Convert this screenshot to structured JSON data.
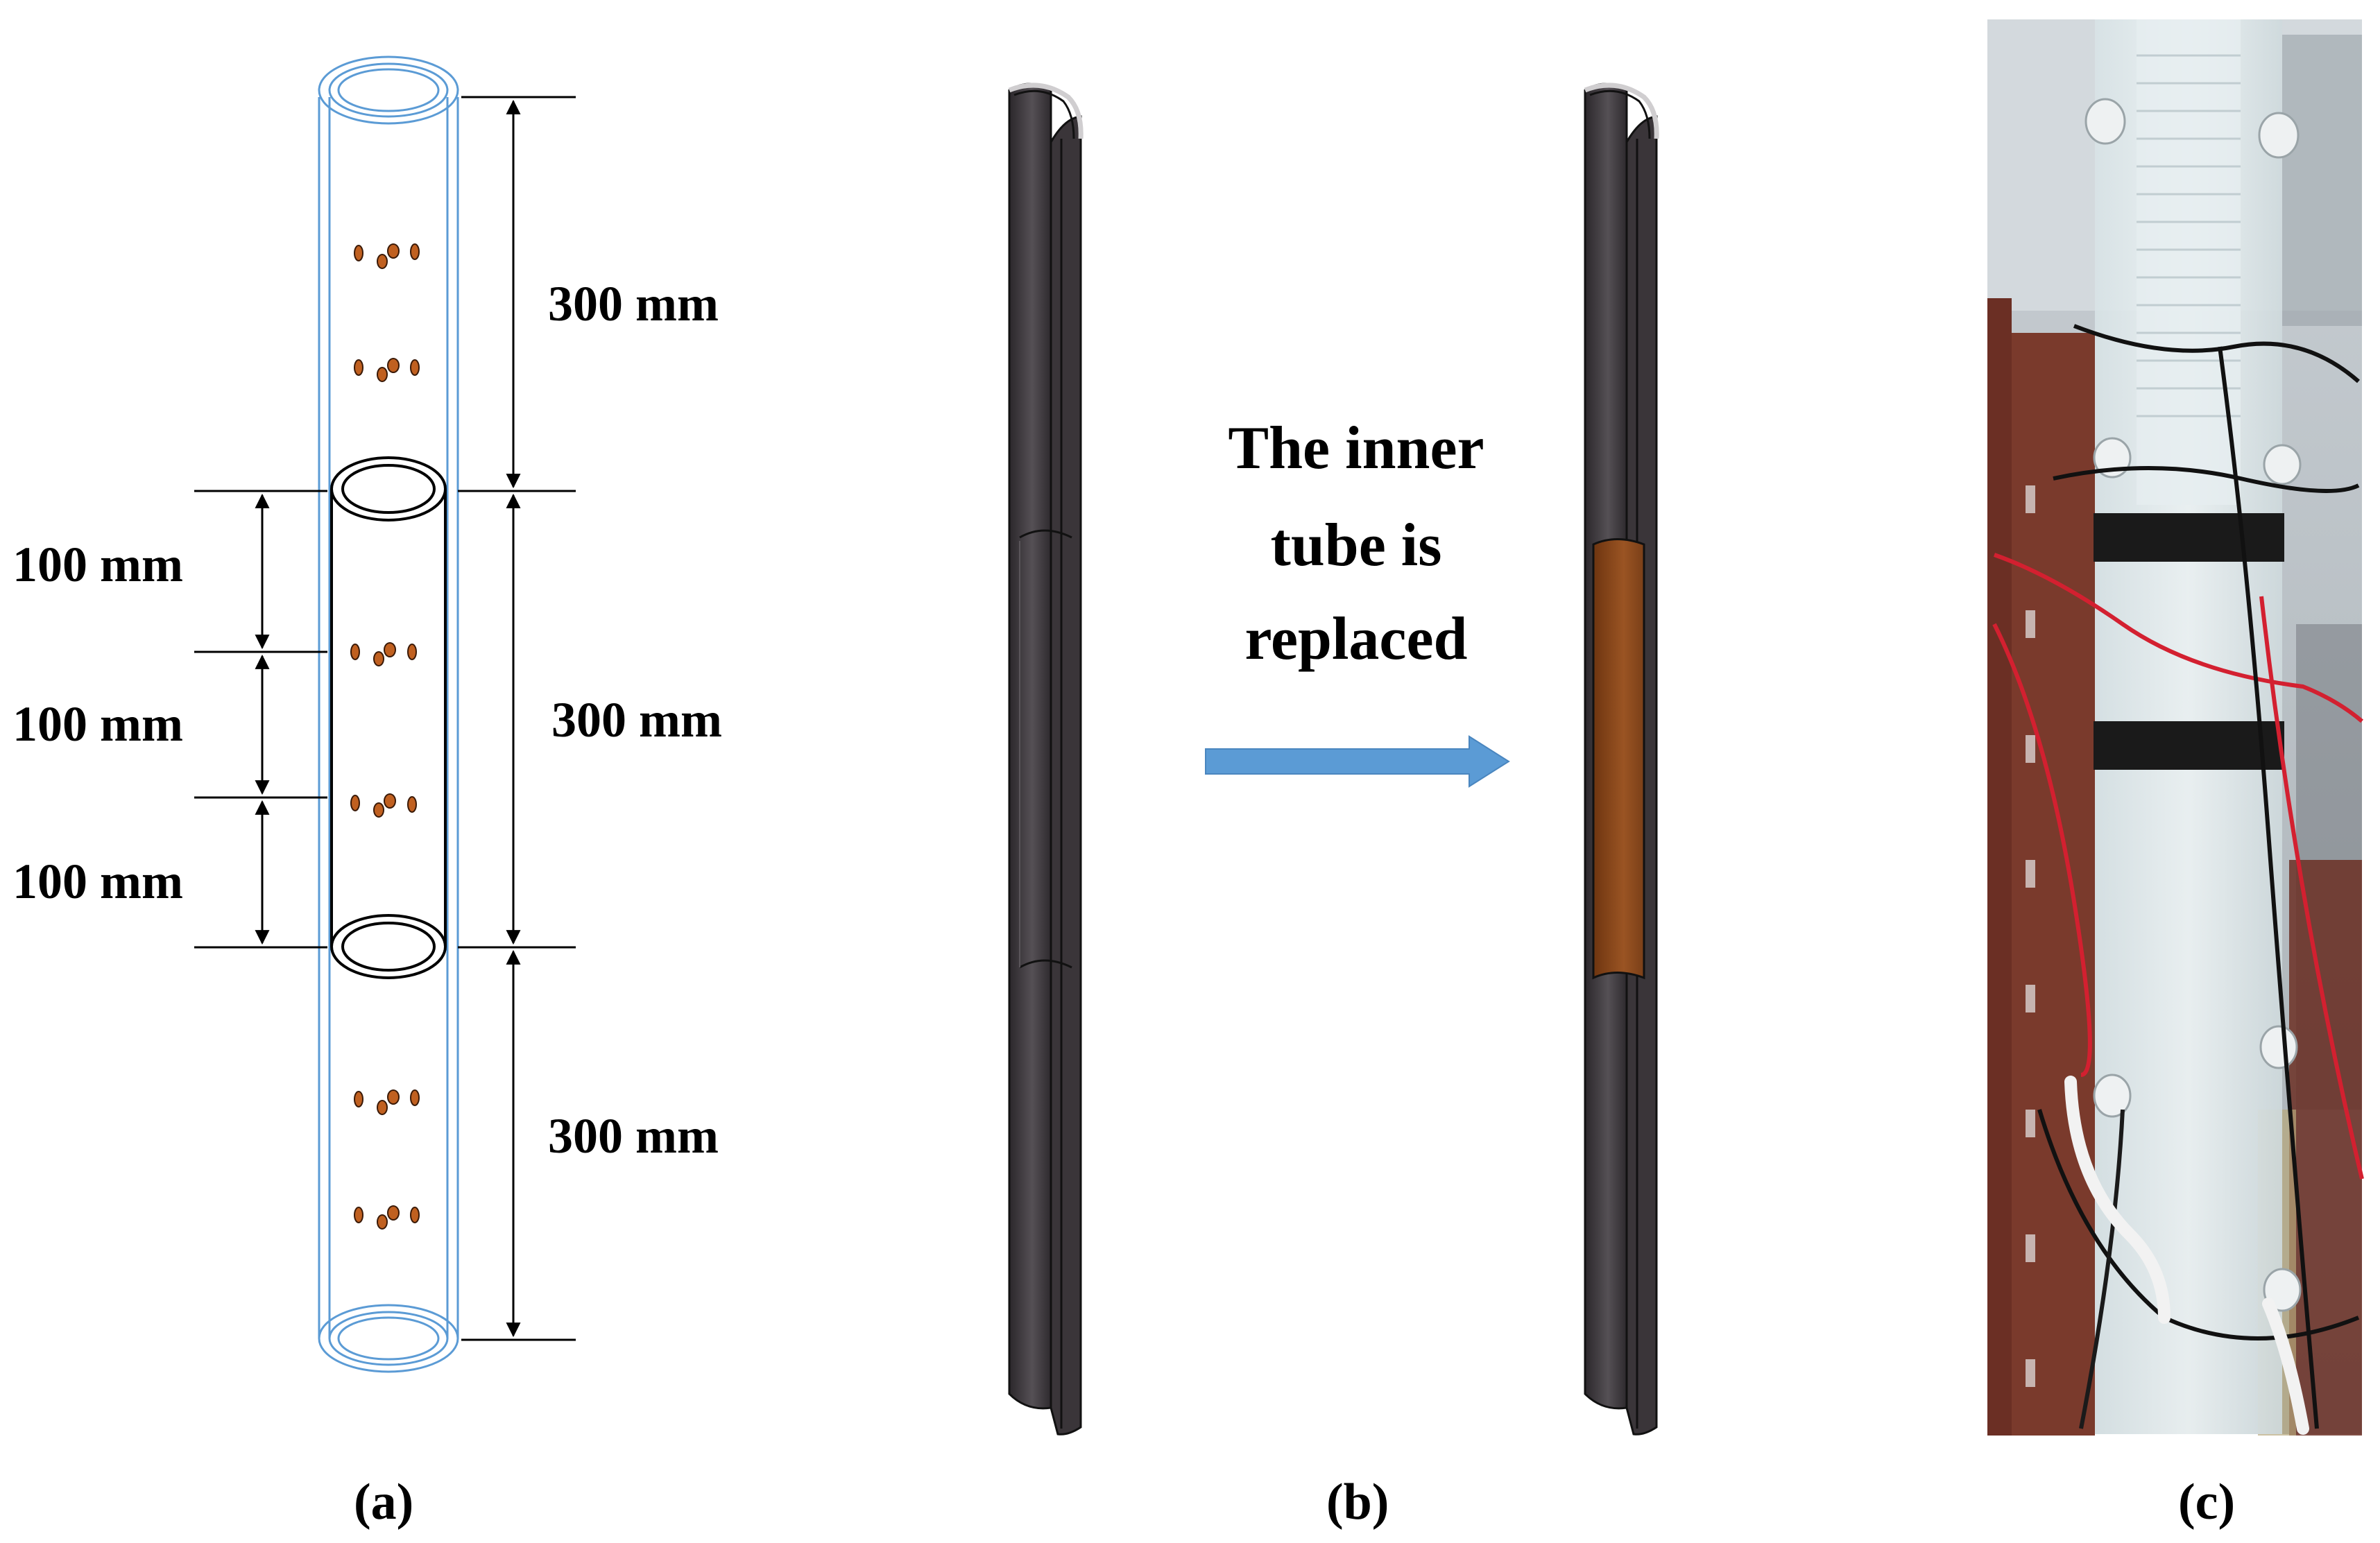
{
  "panel_a": {
    "dims_right": [
      "300 mm",
      "300 mm",
      "300 mm"
    ],
    "dims_left": [
      "100 mm",
      "100 mm",
      "100 mm"
    ],
    "caption": "(a)",
    "colors": {
      "outer_tube": "#5b9bd5",
      "inner_tube": "#000000",
      "particle": "#c06020"
    }
  },
  "panel_b": {
    "arrow_text_lines": [
      "The inner",
      "tube is",
      "replaced"
    ],
    "caption": "(b)",
    "colors": {
      "arrow": "#5b9bd5",
      "tube_dark": "#3a3539",
      "replaced_section": "#8b4513"
    }
  },
  "panel_c": {
    "caption": "(c)",
    "photo_description_icon": "lab-photo-icon"
  }
}
